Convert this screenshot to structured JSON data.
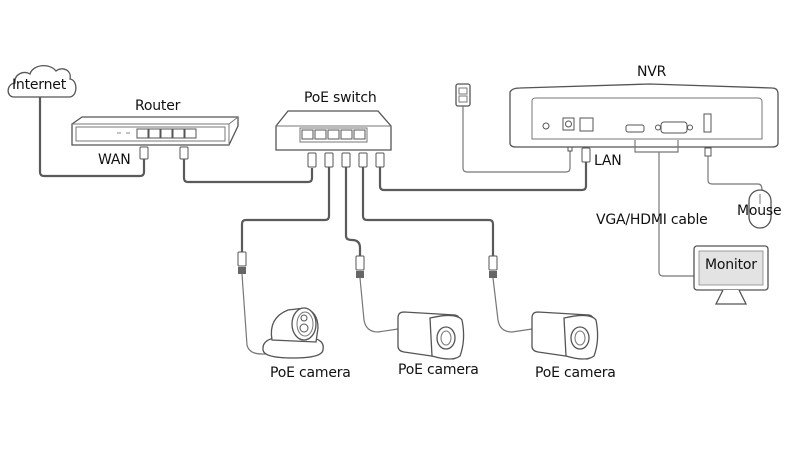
{
  "diagram": {
    "title": "PoE NVR network topology",
    "nodes": {
      "internet": {
        "label": "Internet",
        "icon": "cloud-icon"
      },
      "router": {
        "label": "Router",
        "port_label": "WAN",
        "port_count": 5
      },
      "poe_switch": {
        "label": "PoE switch",
        "port_count": 5
      },
      "nvr": {
        "label": "NVR",
        "port_label": "LAN",
        "rear_ports": [
          "Ground",
          "Power",
          "LAN",
          "HDMI",
          "VGA",
          "USB"
        ]
      },
      "power_adapter": {
        "label": "",
        "icon": "power-adapter-icon"
      },
      "mouse": {
        "label": "Mouse",
        "icon": "mouse-icon"
      },
      "monitor": {
        "label": "Monitor",
        "icon": "monitor-icon",
        "cable_label": "VGA/HDMI cable"
      },
      "cameras": [
        {
          "label": "PoE camera",
          "type": "dome",
          "icon": "dome-camera-icon"
        },
        {
          "label": "PoE camera",
          "type": "bullet",
          "icon": "bullet-camera-icon"
        },
        {
          "label": "PoE camera",
          "type": "bullet",
          "icon": "bullet-camera-icon"
        }
      ]
    },
    "connections": [
      {
        "from": "Internet",
        "to": "Router WAN"
      },
      {
        "from": "Router LAN",
        "to": "PoE switch port 1"
      },
      {
        "from": "PoE switch port 2",
        "to": "PoE camera 1"
      },
      {
        "from": "PoE switch port 3",
        "to": "PoE camera 2"
      },
      {
        "from": "PoE switch port 4",
        "to": "PoE camera 3"
      },
      {
        "from": "PoE switch port 5",
        "to": "NVR LAN"
      },
      {
        "from": "Power adapter",
        "to": "NVR power"
      },
      {
        "from": "NVR HDMI/VGA",
        "to": "Monitor"
      },
      {
        "from": "NVR USB",
        "to": "Mouse"
      }
    ],
    "colors": {
      "line": "#5a5a5a",
      "device_stroke": "#555555",
      "monitor_screen": "#e3e3e3",
      "text": "#111111"
    }
  }
}
